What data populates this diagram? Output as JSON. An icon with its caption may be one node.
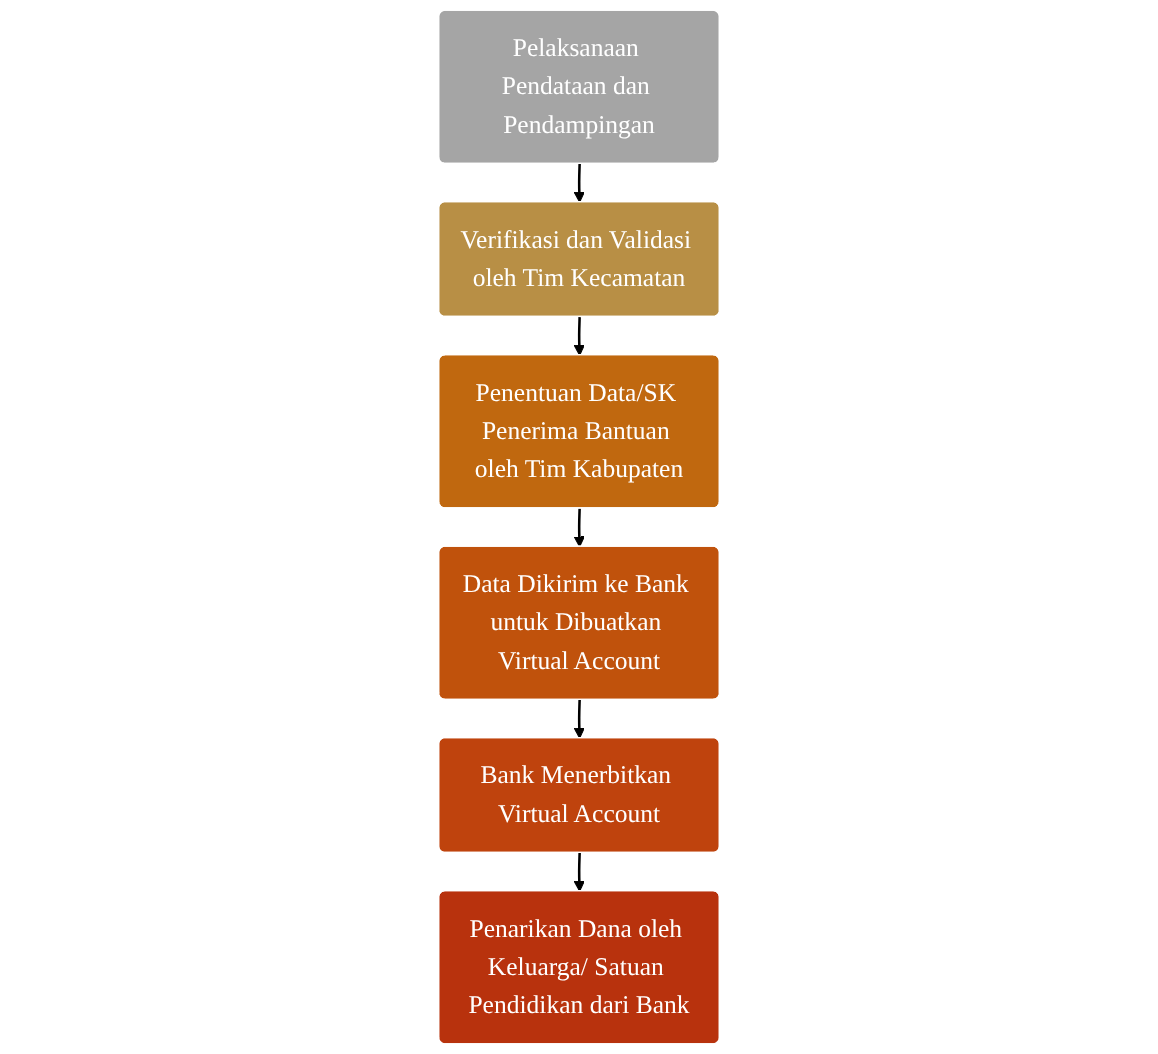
{
  "diagram": {
    "nodes": [
      {
        "text": [
          "Pelaksanaan Pendataan dan Pendampingan"
        ]
      },
      {
        "text": [
          "Verifikasi dan Validasi oleh Tim Kecamatan"
        ]
      },
      {
        "text": [
          "Penentuan Data/SK Penerima Bantuan oleh Tim Kabupaten"
        ]
      },
      {
        "text": [
          "Data Dikirim ke Bank untuk Dibuatkan Virtual Account"
        ]
      },
      {
        "text": [
          "Bank Menerbitkan Virtual Account"
        ]
      },
      {
        "text": [
          "Penarikan Dana oleh Keluarga/ Satuan Pendidikan dari Bank"
        ]
      }
    ],
    "edges": [
      {
        "from": 0,
        "to": 1,
        "arrow": "to"
      },
      {
        "from": 1,
        "to": 2,
        "arrow": "to"
      },
      {
        "from": 2,
        "to": 3,
        "arrow": "to"
      },
      {
        "from": 3,
        "to": 4,
        "arrow": "to"
      },
      {
        "from": 4,
        "to": 5,
        "arrow": "to"
      }
    ]
  }
}
